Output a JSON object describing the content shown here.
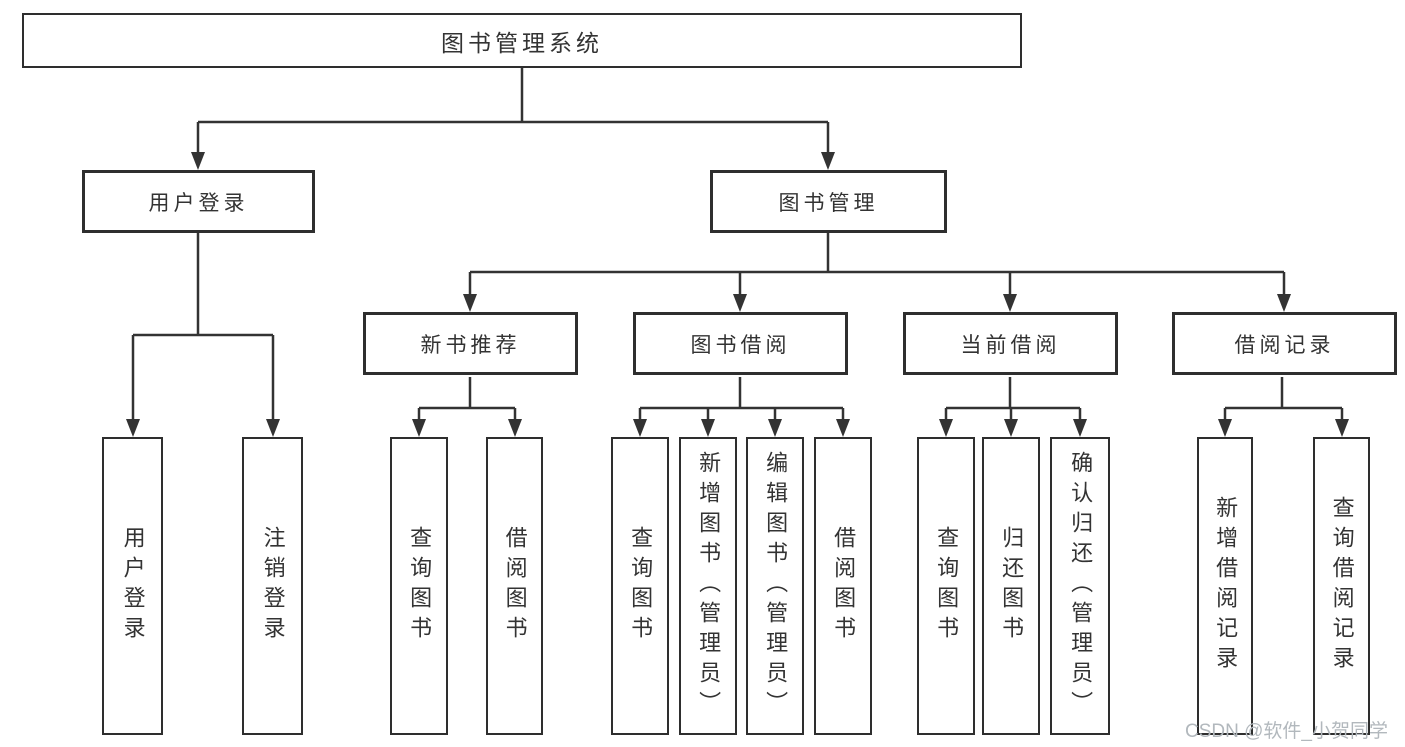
{
  "diagram": {
    "type": "hierarchy-structure-chart",
    "title": "图书管理系统",
    "watermark": "CSDN @软件_小贺同学",
    "colors": {
      "line": "#333333",
      "box_border": "#2e2e2e",
      "box_fill": "#ffffff",
      "text": "#333333",
      "watermark_text": "#b2b8bd",
      "background": "#ffffff"
    },
    "root": {
      "label": "图书管理系统"
    },
    "level2": [
      {
        "label": "用户登录",
        "parent": "图书管理系统"
      },
      {
        "label": "图书管理",
        "parent": "图书管理系统"
      }
    ],
    "level3": [
      {
        "label": "新书推荐",
        "parent": "图书管理"
      },
      {
        "label": "图书借阅",
        "parent": "图书管理"
      },
      {
        "label": "当前借阅",
        "parent": "图书管理"
      },
      {
        "label": "借阅记录",
        "parent": "图书管理"
      }
    ],
    "leaves": [
      {
        "label": "用户登录",
        "parent": "用户登录"
      },
      {
        "label": "注销登录",
        "parent": "用户登录"
      },
      {
        "label": "查询图书",
        "parent": "新书推荐"
      },
      {
        "label": "借阅图书",
        "parent": "新书推荐"
      },
      {
        "label": "查询图书",
        "parent": "图书借阅"
      },
      {
        "label": "新增图书（管理员）",
        "parent": "图书借阅"
      },
      {
        "label": "编辑图书（管理员）",
        "parent": "图书借阅"
      },
      {
        "label": "借阅图书",
        "parent": "图书借阅"
      },
      {
        "label": "查询图书",
        "parent": "当前借阅"
      },
      {
        "label": "归还图书",
        "parent": "当前借阅"
      },
      {
        "label": "确认归还（管理员）",
        "parent": "当前借阅"
      },
      {
        "label": "新增借阅记录",
        "parent": "借阅记录"
      },
      {
        "label": "查询借阅记录",
        "parent": "借阅记录"
      }
    ]
  }
}
